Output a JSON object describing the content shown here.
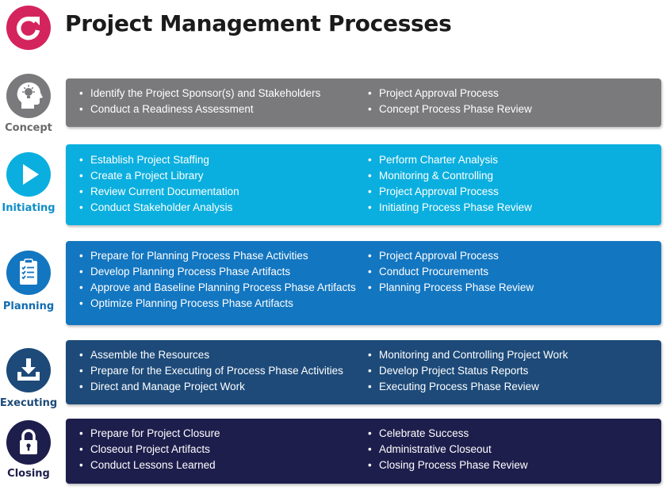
{
  "header": {
    "title": "Project Management Processes",
    "logo_icon": "refresh-arrow-icon",
    "logo_color": "#d4245e"
  },
  "phases": [
    {
      "id": "concept",
      "label": "Concept",
      "icon": "head-lightbulb-icon",
      "color": "#7a7a7c",
      "label_color": "#6a6a6c",
      "left_items": [
        "Identify the Project Sponsor(s) and Stakeholders",
        "Conduct a Readiness Assessment"
      ],
      "right_items": [
        "Project Approval Process",
        "Concept Process Phase Review"
      ]
    },
    {
      "id": "initiating",
      "label": "Initiating",
      "icon": "play-icon",
      "color": "#0bafdf",
      "label_color": "#0e8ec7",
      "left_items": [
        "Establish Project Staffing",
        "Create a Project Library",
        "Review Current Documentation",
        "Conduct Stakeholder Analysis"
      ],
      "right_items": [
        "Perform Charter Analysis",
        "Monitoring & Controlling",
        "Project Approval Process",
        "Initiating Process Phase Review"
      ]
    },
    {
      "id": "planning",
      "label": "Planning",
      "icon": "clipboard-checklist-icon",
      "color": "#1376c0",
      "label_color": "#126cb2",
      "left_items": [
        "Prepare for Planning Process Phase Activities",
        "Develop Planning Process Phase Artifacts",
        "Approve and Baseline Planning Process Phase Artifacts",
        "Optimize Planning Process Phase Artifacts"
      ],
      "right_items": [
        "Project Approval Process",
        "Conduct Procurements",
        "Planning Process Phase Review"
      ]
    },
    {
      "id": "executing",
      "label": "Executing",
      "icon": "download-tray-icon",
      "color": "#1d4a79",
      "label_color": "#1d4a79",
      "left_items": [
        "Assemble the Resources",
        "Prepare for the Executing of Process Phase Activities",
        "Direct and Manage Project Work"
      ],
      "right_items": [
        "Monitoring and Controlling Project Work",
        "Develop Project Status Reports",
        "Executing Process Phase Review"
      ]
    },
    {
      "id": "closing",
      "label": "Closing",
      "icon": "padlock-icon",
      "color": "#1e1e4d",
      "label_color": "#1e1e4d",
      "left_items": [
        "Prepare for Project Closure",
        "Closeout Project Artifacts",
        "Conduct Lessons Learned"
      ],
      "right_items": [
        "Celebrate Success",
        "Administrative Closeout",
        "Closing Process Phase Review"
      ]
    }
  ]
}
